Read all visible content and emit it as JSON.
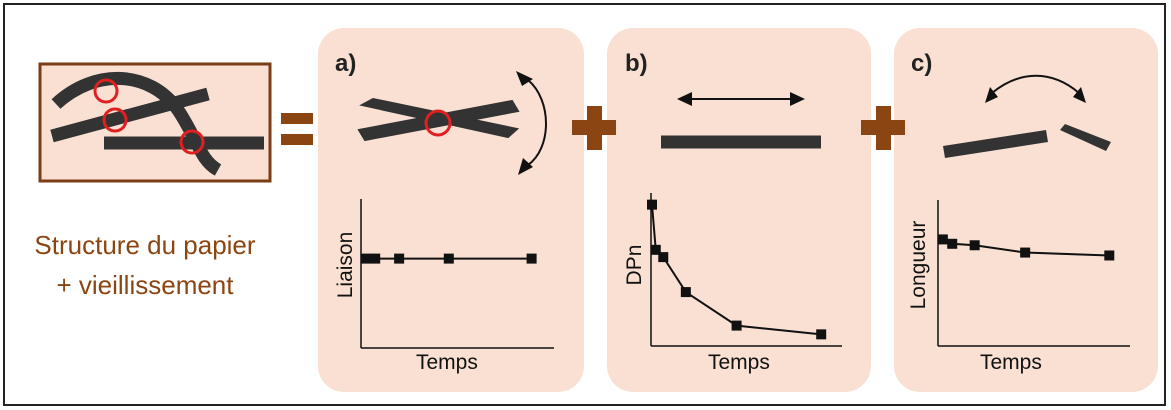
{
  "caption": "Structure du papier + vieillissement",
  "panels": [
    {
      "tag": "a)",
      "ylabel": "Liaison",
      "xlabel": "Temps"
    },
    {
      "tag": "b)",
      "ylabel": "DPn",
      "xlabel": "Temps"
    },
    {
      "tag": "c)",
      "ylabel": "Longueur",
      "xlabel": "Temps"
    }
  ],
  "colors": {
    "accent": "#8b4513",
    "panel": "#f9e0d2",
    "fiber": "#333333",
    "bond": "#e02020"
  },
  "chart_data": [
    {
      "type": "line",
      "xlabel": "Temps",
      "ylabel": "Liaison",
      "x": [
        0,
        0.5,
        1.8,
        4.5,
        9
      ],
      "y": [
        0.6,
        0.6,
        0.6,
        0.6,
        0.6
      ],
      "xlim": [
        0,
        10
      ],
      "ylim": [
        0,
        1
      ]
    },
    {
      "type": "line",
      "xlabel": "Temps",
      "ylabel": "DPn",
      "x": [
        0,
        0.2,
        0.6,
        1.8,
        4.5,
        9
      ],
      "y": [
        0.97,
        0.66,
        0.61,
        0.37,
        0.14,
        0.08
      ],
      "xlim": [
        0,
        10
      ],
      "ylim": [
        0,
        1.05
      ]
    },
    {
      "type": "line",
      "xlabel": "Temps",
      "ylabel": "Longueur",
      "x": [
        0.1,
        0.6,
        1.8,
        4.5,
        9
      ],
      "y": [
        0.73,
        0.7,
        0.69,
        0.64,
        0.62
      ],
      "xlim": [
        0,
        10
      ],
      "ylim": [
        0,
        1
      ]
    }
  ]
}
